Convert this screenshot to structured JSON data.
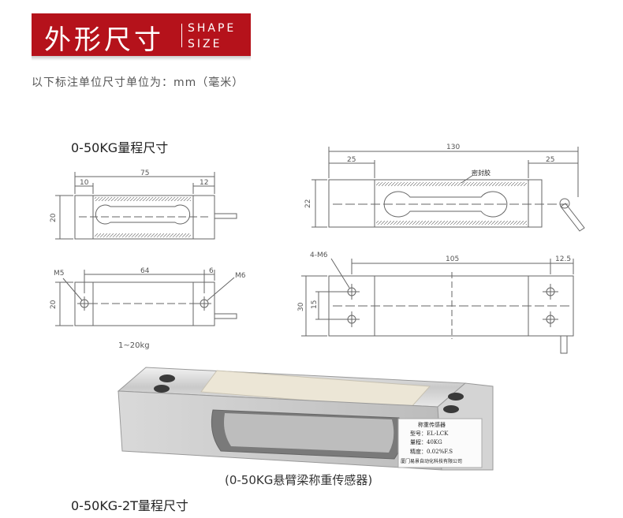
{
  "header": {
    "title_zh": "外形尺寸",
    "title_en_line1": "SHAPE",
    "title_en_line2": "SIZE"
  },
  "unit_note": "以下标注单位尺寸单位为：mm（毫米）",
  "section1_title": "0-50KG量程尺寸",
  "section2_title": "0-50KG-2T量程尺寸",
  "drawing_small": {
    "top_view": {
      "length": "75",
      "left_offset": "10",
      "right_offset": "12",
      "height": "20"
    },
    "side_view": {
      "hole_left": "M5",
      "hole_right": "M6",
      "span": "64",
      "right_offset": "6",
      "height": "20"
    },
    "range_note": "1~20kg"
  },
  "drawing_large": {
    "top_view": {
      "length": "130",
      "left_offset": "25",
      "right_offset": "25",
      "height": "22",
      "seal_label": "密封胶"
    },
    "side_view": {
      "holes": "4-M6",
      "span": "105",
      "right_offset": "12.5",
      "height": "30",
      "hole_spacing": "15"
    }
  },
  "product_label": {
    "line1": "称重传感器",
    "line2": "型号：EL-LCK",
    "line3": "量程：40KG",
    "line4": "精度：0.02%F.S",
    "line5": "厦门易景自动化科技有限公司"
  },
  "product_caption": "(0-50KG悬臂梁称重传感器)",
  "colors": {
    "accent": "#b5121b",
    "line": "#555555"
  }
}
